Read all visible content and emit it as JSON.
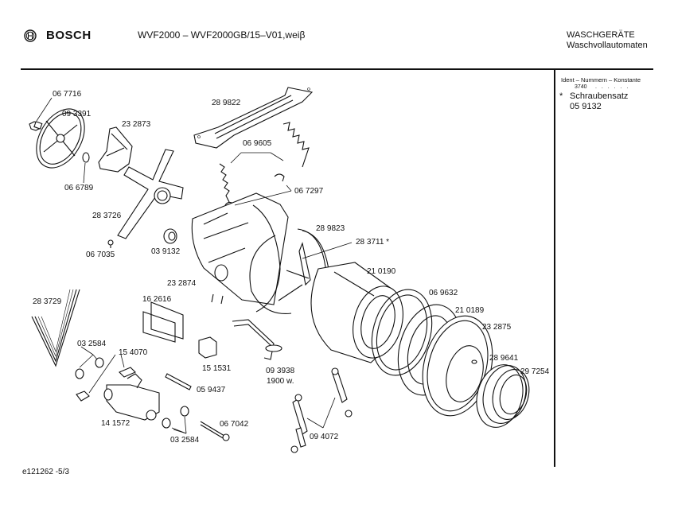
{
  "header": {
    "brand": "BOSCH",
    "logo_icon": "bosch-armature-icon",
    "model": "WVF2000 – WVF2000GB/15–V01,weiβ",
    "category": "WASCHGERÄTE",
    "subcategory": "Waschvollautomaten"
  },
  "sidebar": {
    "ident_label": "Ident – Nummern – Konstante",
    "ident_number": "3740",
    "ident_dots": ". . . . . .",
    "set_marker": "*",
    "set_name": "Schraubensatz",
    "set_number": "05 9132"
  },
  "footer": {
    "doc_id": "e121262   -5/3"
  },
  "parts": [
    {
      "id": "p1",
      "label": "06 7716",
      "name": "screw"
    },
    {
      "id": "p2",
      "label": "09 3391",
      "name": "pulley"
    },
    {
      "id": "p3",
      "label": "23 2873",
      "name": "bracket"
    },
    {
      "id": "p4",
      "label": "06 6789",
      "name": "circlip"
    },
    {
      "id": "p5",
      "label": "28 3726",
      "name": "drum-cross"
    },
    {
      "id": "p6",
      "label": "06 7035",
      "name": "screw-small"
    },
    {
      "id": "p7",
      "label": "03 9132",
      "name": "bearing"
    },
    {
      "id": "p8",
      "label": "28 9822",
      "name": "top-crossbar"
    },
    {
      "id": "p9",
      "label": "06 9605",
      "name": "spring"
    },
    {
      "id": "p10",
      "label": "06 7297",
      "name": "spring-clip"
    },
    {
      "id": "p11",
      "label": "28 9823",
      "name": "tub-clamp"
    },
    {
      "id": "p12",
      "label": "28 3711 *",
      "name": "tub-rear-half"
    },
    {
      "id": "p13",
      "label": "23 2874",
      "name": "tub-housing"
    },
    {
      "id": "p14",
      "label": "21 0190",
      "name": "drum"
    },
    {
      "id": "p15",
      "label": "06 9632",
      "name": "tub-seal"
    },
    {
      "id": "p16",
      "label": "21 0189",
      "name": "tub-ring"
    },
    {
      "id": "p17",
      "label": "23 2875",
      "name": "tub-front"
    },
    {
      "id": "p18",
      "label": "28 9641",
      "name": "clamp-screw"
    },
    {
      "id": "p19",
      "label": "29 7254",
      "name": "door-gasket"
    },
    {
      "id": "p20",
      "label": "28 3729",
      "name": "drive-belt"
    },
    {
      "id": "p21",
      "label": "16 2616",
      "name": "motor-bracket"
    },
    {
      "id": "p22",
      "label": "03 2584",
      "name": "damper-bushing"
    },
    {
      "id": "p23",
      "label": "15 4070",
      "name": "motor-clip"
    },
    {
      "id": "p24",
      "label": "15 1531",
      "name": "cable-holder"
    },
    {
      "id": "p25",
      "label": "09 3938",
      "name": "heater"
    },
    {
      "id": "p26",
      "label": "1900 w.",
      "name": "heater-power"
    },
    {
      "id": "p27",
      "label": "05 9437",
      "name": "seal-strip"
    },
    {
      "id": "p28",
      "label": "14 1572",
      "name": "motor"
    },
    {
      "id": "p29",
      "label": "03 2584",
      "name": "damper-bushing-2"
    },
    {
      "id": "p30",
      "label": "06 7042",
      "name": "bolt"
    },
    {
      "id": "p31",
      "label": "09 4072",
      "name": "shock-absorber"
    }
  ]
}
